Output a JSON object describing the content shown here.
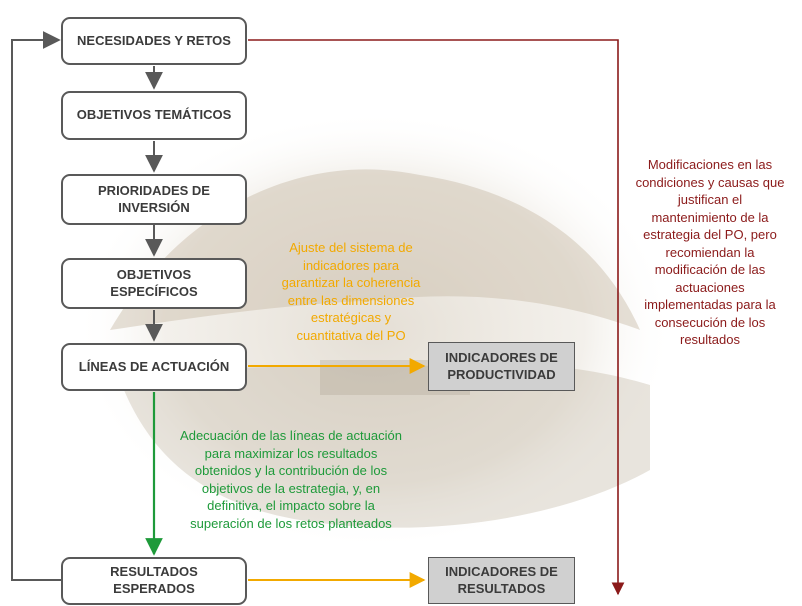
{
  "flow_boxes": {
    "necesidades": "NECESIDADES Y RETOS",
    "objetivos_tematicos": "OBJETIVOS TEMÁTICOS",
    "prioridades_line1": "PRIORIDADES DE",
    "prioridades_line2": "INVERSIÓN",
    "objetivos_especificos_line1": "OBJETIVOS",
    "objetivos_especificos_line2": "ESPECÍFICOS",
    "lineas_actuacion": "LÍNEAS DE ACTUACIÓN",
    "resultados_line1": "RESULTADOS",
    "resultados_line2": "ESPERADOS"
  },
  "indicator_boxes": {
    "productividad_line1": "INDICADORES DE",
    "productividad_line2": "PRODUCTIVIDAD",
    "resultados_line1": "INDICADORES DE",
    "resultados_line2": "RESULTADOS"
  },
  "notes": {
    "ajuste": [
      "Ajuste del sistema de",
      "indicadores para",
      "garantizar la coherencia",
      "entre las dimensiones",
      "estratégicas y",
      "cuantitativa del PO"
    ],
    "adecuacion": [
      "Adecuación de las líneas de actuación",
      "para maximizar los resultados",
      "obtenidos y la contribución de los",
      "objetivos de la estrategia, y, en",
      "definitiva, el impacto sobre la",
      "superación de los retos planteados"
    ],
    "modificaciones": [
      "Modificaciones en las",
      "condiciones y causas que",
      "justifican el",
      "mantenimiento de la",
      "estrategia del PO, pero",
      "recomiendan la",
      "modificación de las",
      "actuaciones",
      "implementadas para la",
      "consecución de los",
      "resultados"
    ]
  },
  "colors": {
    "box_border": "#595959",
    "arrow_dark": "#595959",
    "orange": "#f2a900",
    "green": "#1e9a3a",
    "dark_red": "#8b1a1a",
    "indicator_fill": "#d0d0d0"
  }
}
